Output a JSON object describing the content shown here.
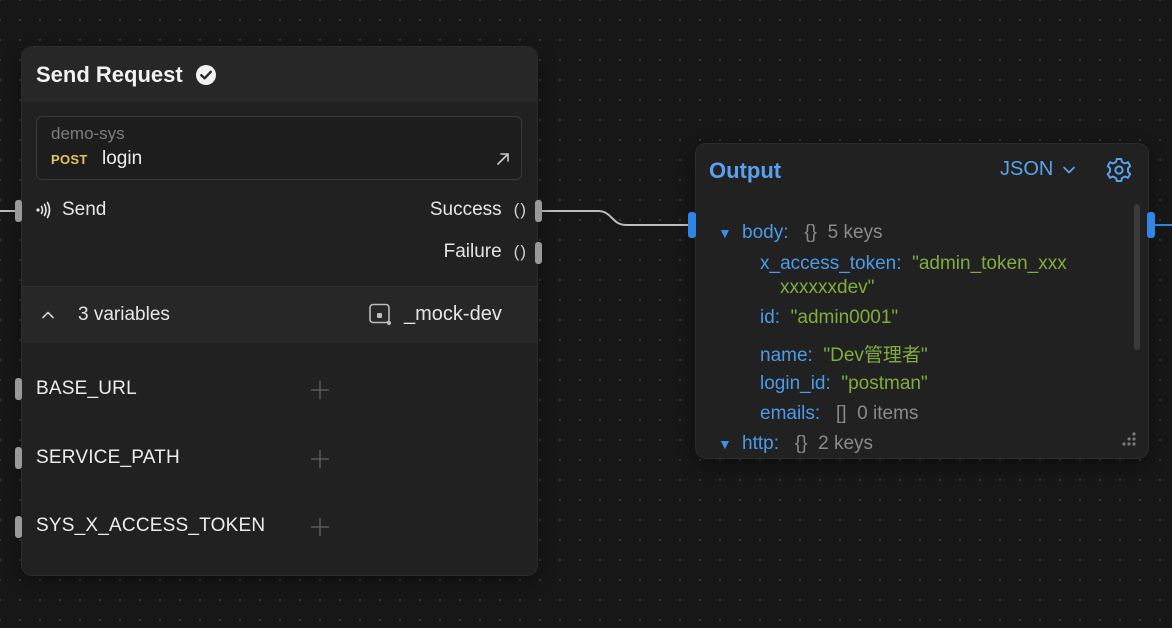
{
  "send_request_node": {
    "title": "Send Request",
    "status_icon": "check-circle-icon",
    "request": {
      "collection": "demo-sys",
      "method": "POST",
      "name": "login",
      "open_icon": "arrow-up-right-icon"
    },
    "send_port": {
      "label": "Send",
      "icon": "broadcast-icon"
    },
    "output_ports": [
      {
        "label": "Success",
        "suffix": "()"
      },
      {
        "label": "Failure",
        "suffix": "()"
      }
    ],
    "variables": {
      "summary": "3 variables",
      "environment": "_mock-dev",
      "items": [
        {
          "name": "BASE_URL"
        },
        {
          "name": "SERVICE_PATH"
        },
        {
          "name": "SYS_X_ACCESS_TOKEN"
        }
      ]
    }
  },
  "output_node": {
    "title": "Output",
    "format": "JSON",
    "settings_icon": "gear-icon",
    "tree": {
      "body": {
        "key": "body:",
        "type_glyph": "{}",
        "count": "5 keys"
      },
      "x_access_token": {
        "key": "x_access_token:",
        "value_line1": "\"admin_token_xxx",
        "value_line2": "xxxxxxdev\""
      },
      "id": {
        "key": "id:",
        "value": "\"admin0001\""
      },
      "name": {
        "key": "name:",
        "value": "\"Dev管理者\""
      },
      "login_id": {
        "key": "login_id:",
        "value": "\"postman\""
      },
      "emails": {
        "key": "emails:",
        "type_glyph": "[]",
        "count": "0 items"
      },
      "http": {
        "key": "http:",
        "type_glyph": "{}",
        "count": "2 keys"
      }
    }
  },
  "colors": {
    "canvas": "#171717",
    "node": "#212121",
    "accent_blue": "#5aa2ee",
    "string_green": "#7fae3e",
    "method_yellow": "#e7c35a"
  }
}
